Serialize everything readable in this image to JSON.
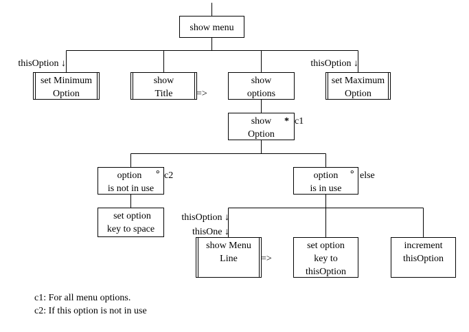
{
  "nodes": {
    "show_menu": "show menu",
    "set_minimum_option": [
      "set Minimum",
      "Option"
    ],
    "show_title": [
      "show",
      "Title"
    ],
    "show_options": [
      "show",
      "options"
    ],
    "set_maximum_option": [
      "set Maximum",
      "Option"
    ],
    "show_option": [
      "show",
      "Option"
    ],
    "option_not_in_use": [
      "option",
      "is not in use"
    ],
    "option_in_use": [
      "option",
      "is in use"
    ],
    "set_option_key_to_space": [
      "set option",
      "key to space"
    ],
    "show_menu_line": [
      "show Menu",
      "Line"
    ],
    "set_option_key_to_thisoption": [
      "set option",
      "key to",
      "thisOption"
    ],
    "increment_thisoption": [
      "increment",
      "thisOption"
    ]
  },
  "markers": {
    "iteration": "*",
    "selection": "°",
    "condition_c1": "c1",
    "condition_c2": "c2",
    "condition_else": "else"
  },
  "data_flows": {
    "this_option": "thisOption ↓",
    "this_one": "thisOne ↓",
    "arrow_title": "=>",
    "arrow_menu_line": "=>"
  },
  "notes": [
    "c1: For all menu options.",
    "c2: If this option is not in use"
  ]
}
